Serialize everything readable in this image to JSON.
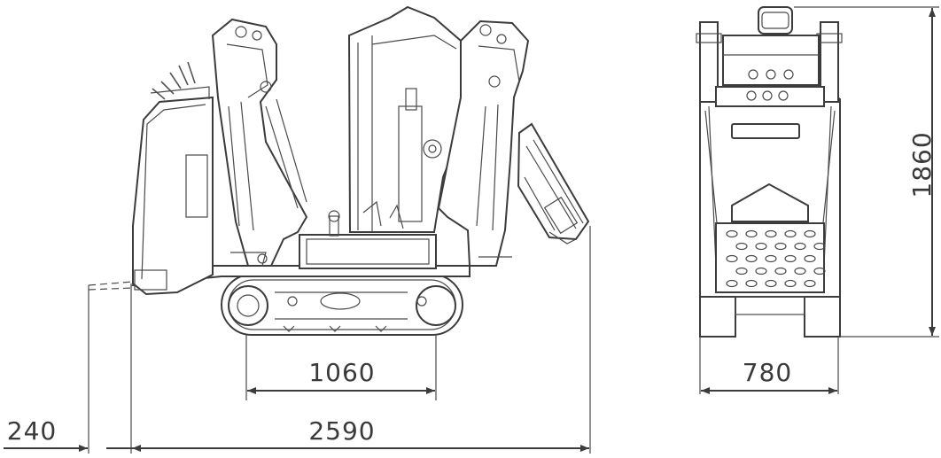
{
  "colors": {
    "line": "#3c3c3c",
    "text": "#3a3a3a",
    "background": "#ffffff"
  },
  "dimensions": {
    "track_length": "1060",
    "overall_length": "2590",
    "rear_offset": "240",
    "width": "780",
    "height": "1860"
  }
}
